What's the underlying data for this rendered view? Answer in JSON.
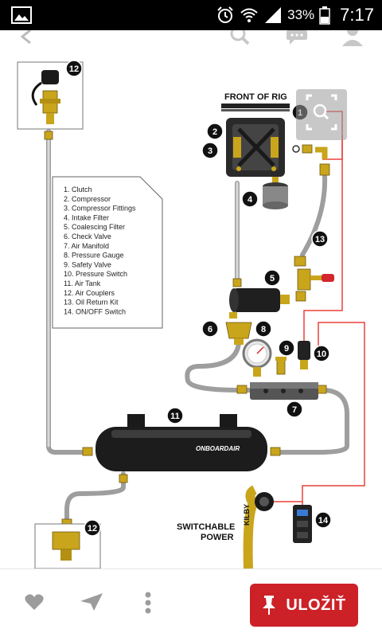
{
  "status_bar": {
    "battery_percent": "33%",
    "time": "7:17"
  },
  "diagram": {
    "header_label": "FRONT OF RIG",
    "legend": [
      "1. Clutch",
      "2. Compressor",
      "3. Compressor Fittings",
      "4. Intake Filter",
      "5. Coalescing Filter",
      "6. Check Valve",
      "7. Air Manifold",
      "8. Pressure Gauge",
      "9. Safety Valve",
      "10. Pressure Switch",
      "11. Air Tank",
      "12. Air Couplers",
      "13. Oil Return Kit",
      "14. ON/OFF Switch"
    ],
    "callouts": {
      "c1": "1",
      "c2": "2",
      "c3": "3",
      "c4": "4",
      "c5": "5",
      "c6": "6",
      "c7": "7",
      "c8": "8",
      "c9": "9",
      "c10": "10",
      "c11": "11",
      "c12a": "12",
      "c12b": "12",
      "c13": "13",
      "c14": "14"
    },
    "tank_brand": "ONBOARDAIR",
    "switchable_line1": "SWITCHABLE",
    "switchable_line2": "POWER",
    "switch_brand": "KILBY"
  },
  "toolbar": {
    "save_label": "ULOŽIŤ"
  },
  "colors": {
    "accent_red": "#cc2127",
    "wire_red": "#e8403a",
    "hose_gray": "#9e9e9e"
  }
}
